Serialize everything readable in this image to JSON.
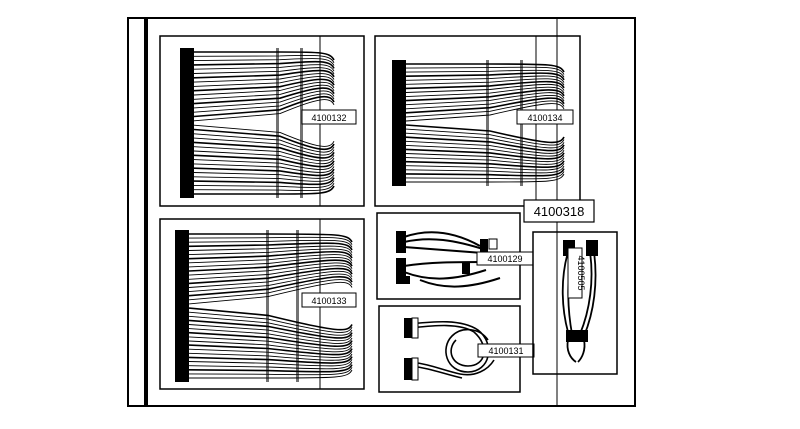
{
  "sheet": {
    "kit_number": "4100318"
  },
  "harnesses": [
    {
      "id": "h1",
      "label": "4100132"
    },
    {
      "id": "h2",
      "label": "4100134"
    },
    {
      "id": "h3",
      "label": "4100133"
    },
    {
      "id": "h4",
      "label": "4100129"
    },
    {
      "id": "h5",
      "label": "4100131"
    },
    {
      "id": "h6",
      "label": "4100505"
    }
  ],
  "colors": {
    "ink": "#000000",
    "paper": "#ffffff"
  }
}
